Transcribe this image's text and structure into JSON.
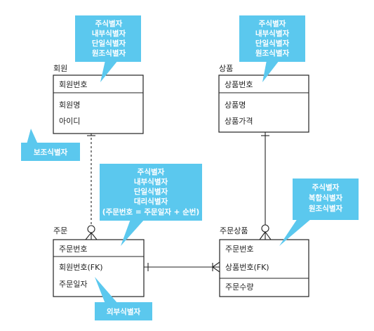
{
  "colors": {
    "callout": "#5bc8ee",
    "callout_text": "#ffffff",
    "ink": "#222222"
  },
  "entities": {
    "member": {
      "name": "회원",
      "key": "회원번호",
      "attrs": [
        "회원명",
        "아이디"
      ]
    },
    "product": {
      "name": "상품",
      "key": "상품번호",
      "attrs": [
        "상품명",
        "상품가격"
      ]
    },
    "order": {
      "name": "주문",
      "key": "주문번호",
      "attrs": [
        "회원번호(FK)",
        "주문일자"
      ]
    },
    "order_product": {
      "name": "주문상품",
      "key": "주문번호",
      "attrs": [
        "상품번호(FK)"
      ],
      "bottom_attr": "주문수량"
    }
  },
  "callouts": {
    "member_key": [
      "주식별자",
      "내부식별자",
      "단일식별자",
      "원조식별자"
    ],
    "member_aux": [
      "보조식별자"
    ],
    "product_key": [
      "주식별자",
      "내부식별자",
      "단일식별자",
      "원조식별자"
    ],
    "order_key": [
      "주식별자",
      "내부식별자",
      "단일식별자",
      "대리식별자",
      "(주문번호 = 주문일자 + 순번)"
    ],
    "order_product_key": [
      "주식별자",
      "복합식별자",
      "원조식별자"
    ],
    "order_fk": [
      "외부식별자"
    ]
  }
}
